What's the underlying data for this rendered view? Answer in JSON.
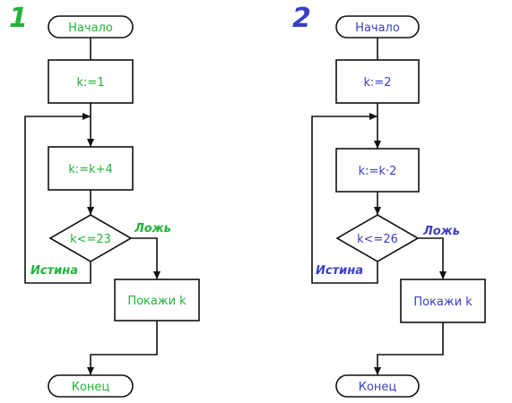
{
  "colors": {
    "left": "#22b33a",
    "right": "#3a3fc4",
    "stroke": "#111111"
  },
  "left": {
    "number": "1",
    "start": "Начало",
    "init": "k:=1",
    "step": "k:=k+4",
    "cond": "k<=23",
    "true_label": "Истина",
    "false_label": "Ложь",
    "output": "Покажи k",
    "end": "Конец"
  },
  "right": {
    "number": "2",
    "start": "Начало",
    "init": "k:=2",
    "step": "k:=k·2",
    "cond": "k<=26",
    "true_label": "Истина",
    "false_label": "Ложь",
    "output": "Покажи k",
    "end": "Конец"
  }
}
